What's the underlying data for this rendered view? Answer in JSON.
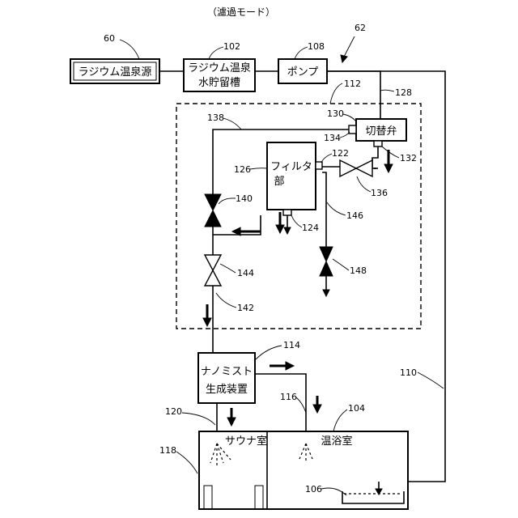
{
  "title": "（濾過モード）",
  "components": {
    "radium_source": "ラジウム温泉源",
    "storage_tank": [
      "ラジウム温泉",
      "水貯留槽"
    ],
    "pump": "ポンプ",
    "switch_valve": "切替弁",
    "filter_unit": [
      "フィルタ",
      "部"
    ],
    "nanomist": [
      "ナノミスト",
      "生成装置"
    ],
    "sauna_room": "サウナ室",
    "bath_room": "温浴室"
  },
  "ref_numbers": {
    "n60": "60",
    "n62": "62",
    "n102": "102",
    "n104": "104",
    "n106": "106",
    "n108": "108",
    "n110": "110",
    "n112": "112",
    "n114": "114",
    "n116": "116",
    "n118": "118",
    "n120": "120",
    "n122": "122",
    "n124": "124",
    "n126": "126",
    "n128": "128",
    "n130": "130",
    "n132": "132",
    "n134": "134",
    "n136": "136",
    "n138": "138",
    "n140": "140",
    "n142": "142",
    "n144": "144",
    "n146": "146",
    "n148": "148"
  }
}
